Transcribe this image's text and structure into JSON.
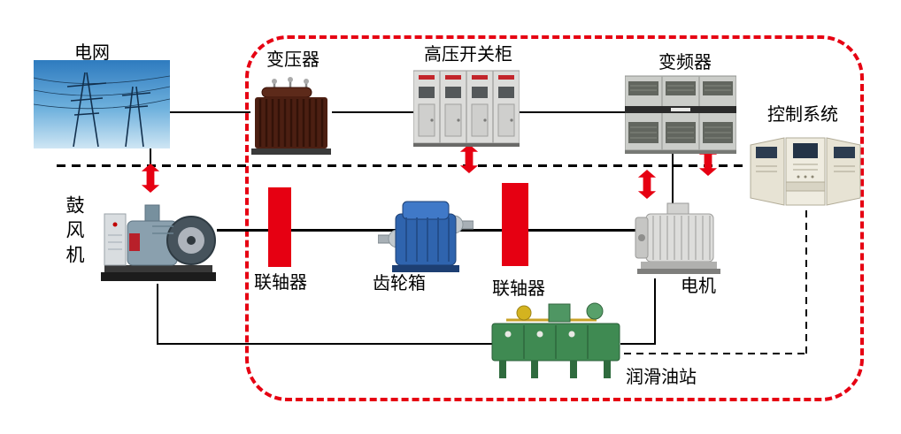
{
  "diagram": {
    "colors": {
      "accent_red": "#e60012",
      "line_black": "#000000"
    },
    "labels": {
      "grid": "电网",
      "transformer": "变压器",
      "switchgear": "高压开关柜",
      "vfd": "变频器",
      "control_system": "控制系统",
      "blower": "鼓风机",
      "coupling_left": "联轴器",
      "gearbox": "齿轮箱",
      "coupling_right": "联轴器",
      "motor": "电机",
      "lube_station": "润滑油站"
    }
  }
}
